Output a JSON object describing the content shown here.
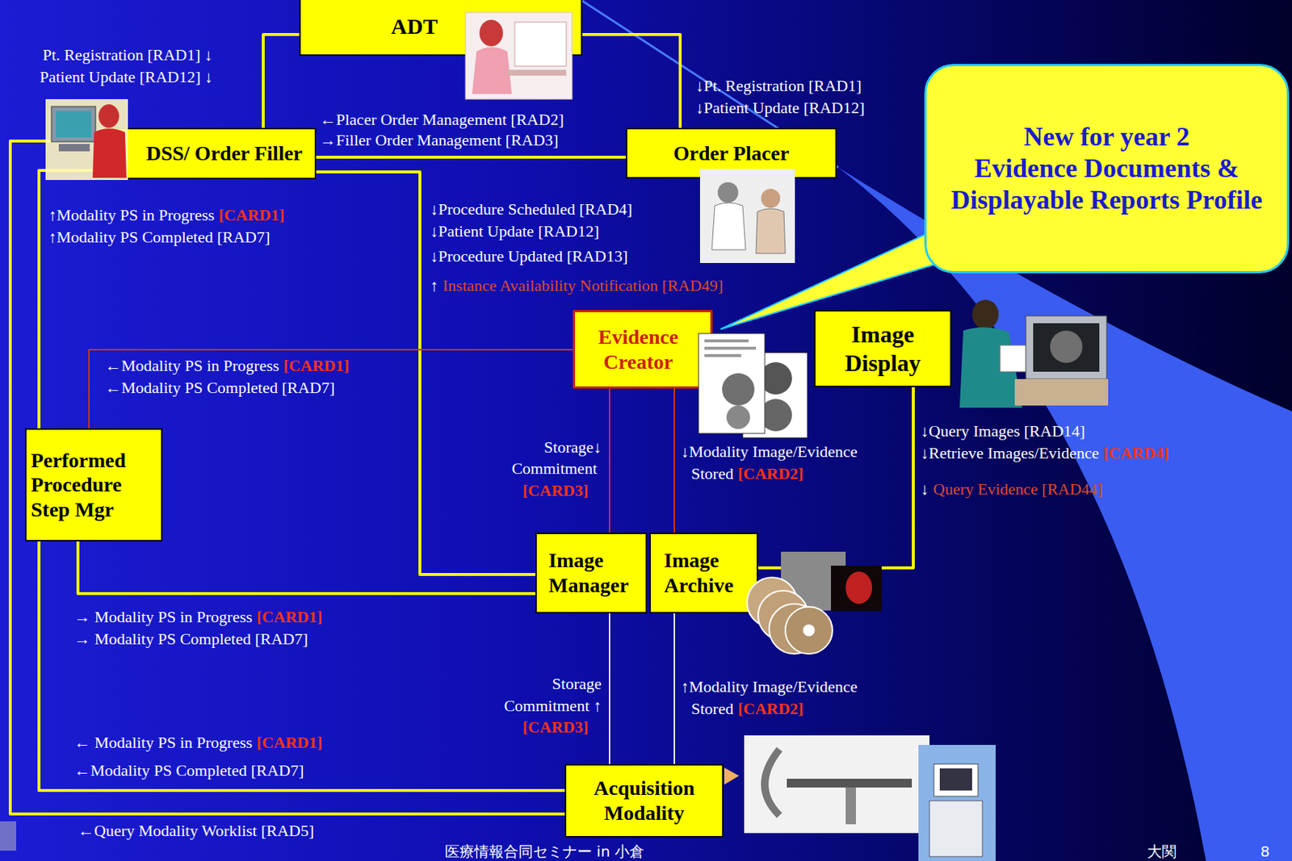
{
  "diagram": {
    "nodes": [
      {
        "text": [
          "ADT"
        ]
      },
      {
        "text": [
          "DSS/ Order Filler"
        ]
      },
      {
        "text": [
          "Order Placer"
        ]
      },
      {
        "text": [
          "Evidence Creator"
        ]
      },
      {
        "text": [
          "Image Display"
        ]
      },
      {
        "text": [
          "Performed Procedure Step Mgr"
        ]
      },
      {
        "text": [
          "Image Manager"
        ]
      },
      {
        "text": [
          "Image Archive"
        ]
      },
      {
        "text": [
          "Acquisition Modality"
        ]
      },
      {
        "text": [
          "New for year 2",
          "Evidence Documents & Displayable Reports Profile"
        ]
      }
    ],
    "edges": [
      {
        "from": 0,
        "to": 1,
        "arrow": "none"
      },
      {
        "from": 0,
        "to": 2,
        "arrow": "none"
      },
      {
        "from": 1,
        "to": 2,
        "arrow": "none"
      },
      {
        "from": 1,
        "to": 6,
        "arrow": "none"
      },
      {
        "from": 1,
        "to": 5,
        "arrow": "none"
      },
      {
        "from": 1,
        "to": 8,
        "arrow": "none"
      },
      {
        "from": 5,
        "to": 8,
        "arrow": "none"
      },
      {
        "from": 5,
        "to": 6,
        "arrow": "none"
      },
      {
        "from": 3,
        "to": 5,
        "arrow": "none"
      },
      {
        "from": 3,
        "to": 6,
        "arrow": "none"
      },
      {
        "from": 3,
        "to": 7,
        "arrow": "none"
      },
      {
        "from": 4,
        "to": 7,
        "arrow": "none"
      },
      {
        "from": 6,
        "to": 8,
        "arrow": "none"
      },
      {
        "from": 7,
        "to": 8,
        "arrow": "none"
      }
    ],
    "labels": [
      "Pt. Registration [RAD1] ↓",
      "Patient Update [RAD12] ↓",
      "←Placer Order Management [RAD2]",
      "→Filler Order Management [RAD3]",
      "↓Pt. Registration [RAD1]",
      "↓Patient Update [RAD12]",
      "↑Modality PS in Progress",
      "[CARD1]",
      "↑Modality PS Completed [RAD7]",
      "↓Procedure Scheduled [RAD4]",
      "↓Patient Update [RAD12]",
      "↓Procedure Updated [RAD13]",
      "↑",
      "Instance Availability Notification [RAD49]",
      "←Modality PS in Progress",
      "[CARD1]",
      "←Modality PS Completed [RAD7]",
      "Storage↓",
      "Commitment",
      "[CARD3]",
      "↓Modality Image/Evidence",
      "Stored",
      "[CARD2]",
      "↓Query Images [RAD14]",
      "↓Retrieve Images/Evidence",
      "[CARD4]",
      "↓",
      "Query Evidence [RAD44]",
      "→ Modality PS in Progress",
      "[CARD1]",
      "→ Modality PS Completed [RAD7]",
      "Storage",
      "Commitment ↑",
      "[CARD3]",
      "↑Modality Image/Evidence",
      "Stored",
      "[CARD2]",
      "← Modality PS in Progress",
      "[CARD1]",
      "←Modality PS Completed [RAD7]",
      "←Query Modality Worklist [RAD5]",
      "医療情報合同セミナー in 小倉",
      "大関",
      "8"
    ]
  }
}
